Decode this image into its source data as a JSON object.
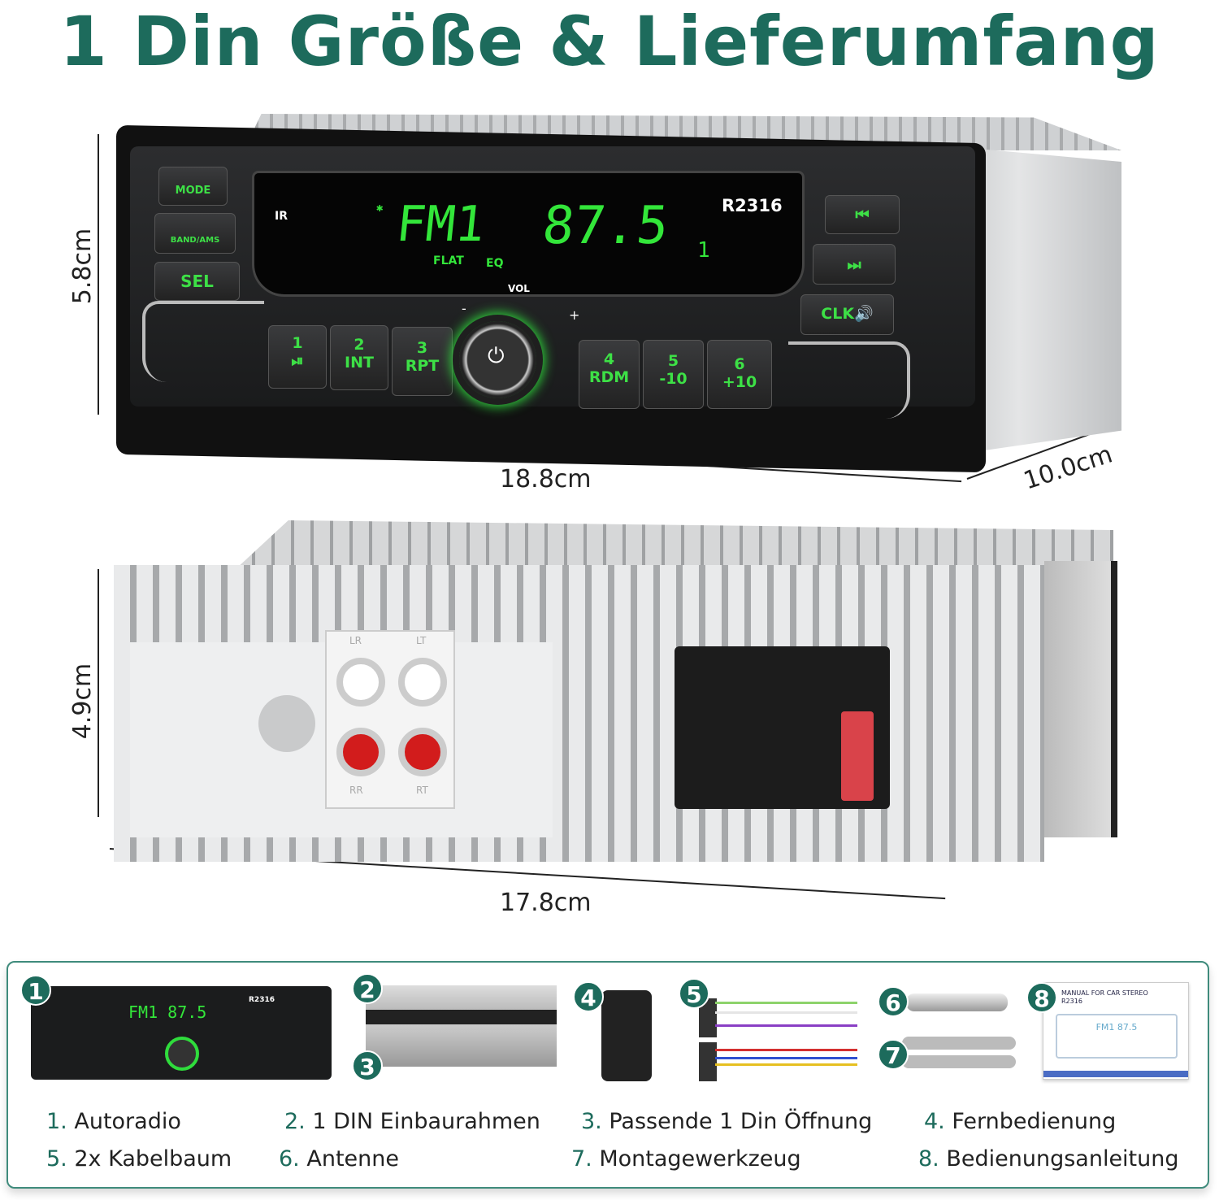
{
  "title": "1 Din Größe & Lieferumfang",
  "dimensions": {
    "front_height": "5.8cm",
    "front_width": "18.8cm",
    "depth": "10.0cm",
    "back_height": "4.9cm",
    "back_width": "17.8cm"
  },
  "radio": {
    "model": "R2316",
    "ir": "IR",
    "lcd_band": "FM1",
    "lcd_freq": "87.5",
    "lcd_ch": "1",
    "lcd_flat": "FLAT",
    "lcd_eq": "EQ",
    "vol": "VOL",
    "vol_minus": "-",
    "vol_plus": "+",
    "left_buttons": [
      "MODE",
      "BAND/AMS",
      "SEL"
    ],
    "right_buttons": [
      "⏮",
      "⏭",
      "CLK🔊"
    ],
    "presets": [
      {
        "n": "1",
        "l": "⏯"
      },
      {
        "n": "2",
        "l": "INT"
      },
      {
        "n": "3",
        "l": "RPT"
      },
      {
        "n": "4",
        "l": "RDM"
      },
      {
        "n": "5",
        "l": "-10"
      },
      {
        "n": "6",
        "l": "+10"
      }
    ]
  },
  "back": {
    "labels": [
      "LR",
      "LT",
      "RR",
      "RT"
    ]
  },
  "contents": {
    "badges": [
      "1",
      "2",
      "3",
      "4",
      "5",
      "6",
      "7",
      "8"
    ],
    "mini_radio": {
      "freq": "FM1  87.5",
      "model": "R2316"
    },
    "manual_title": "MANUAL FOR CAR STEREO",
    "manual_model": "R2316",
    "manual_display": "FM1 87.5",
    "items": [
      {
        "num": "1.",
        "label": "Autoradio"
      },
      {
        "num": "2.",
        "label": "1 DIN Einbaurahmen"
      },
      {
        "num": "3.",
        "label": "Passende 1 Din Öffnung"
      },
      {
        "num": "4.",
        "label": "Fernbedienung"
      },
      {
        "num": "5.",
        "label": "2x Kabelbaum"
      },
      {
        "num": "6.",
        "label": "Antenne"
      },
      {
        "num": "7.",
        "label": "Montagewerkzeug"
      },
      {
        "num": "8.",
        "label": "Bedienungsanleitung"
      }
    ]
  },
  "colors": {
    "accent": "#1d6b5c",
    "lcd_green": "#33e63a"
  }
}
